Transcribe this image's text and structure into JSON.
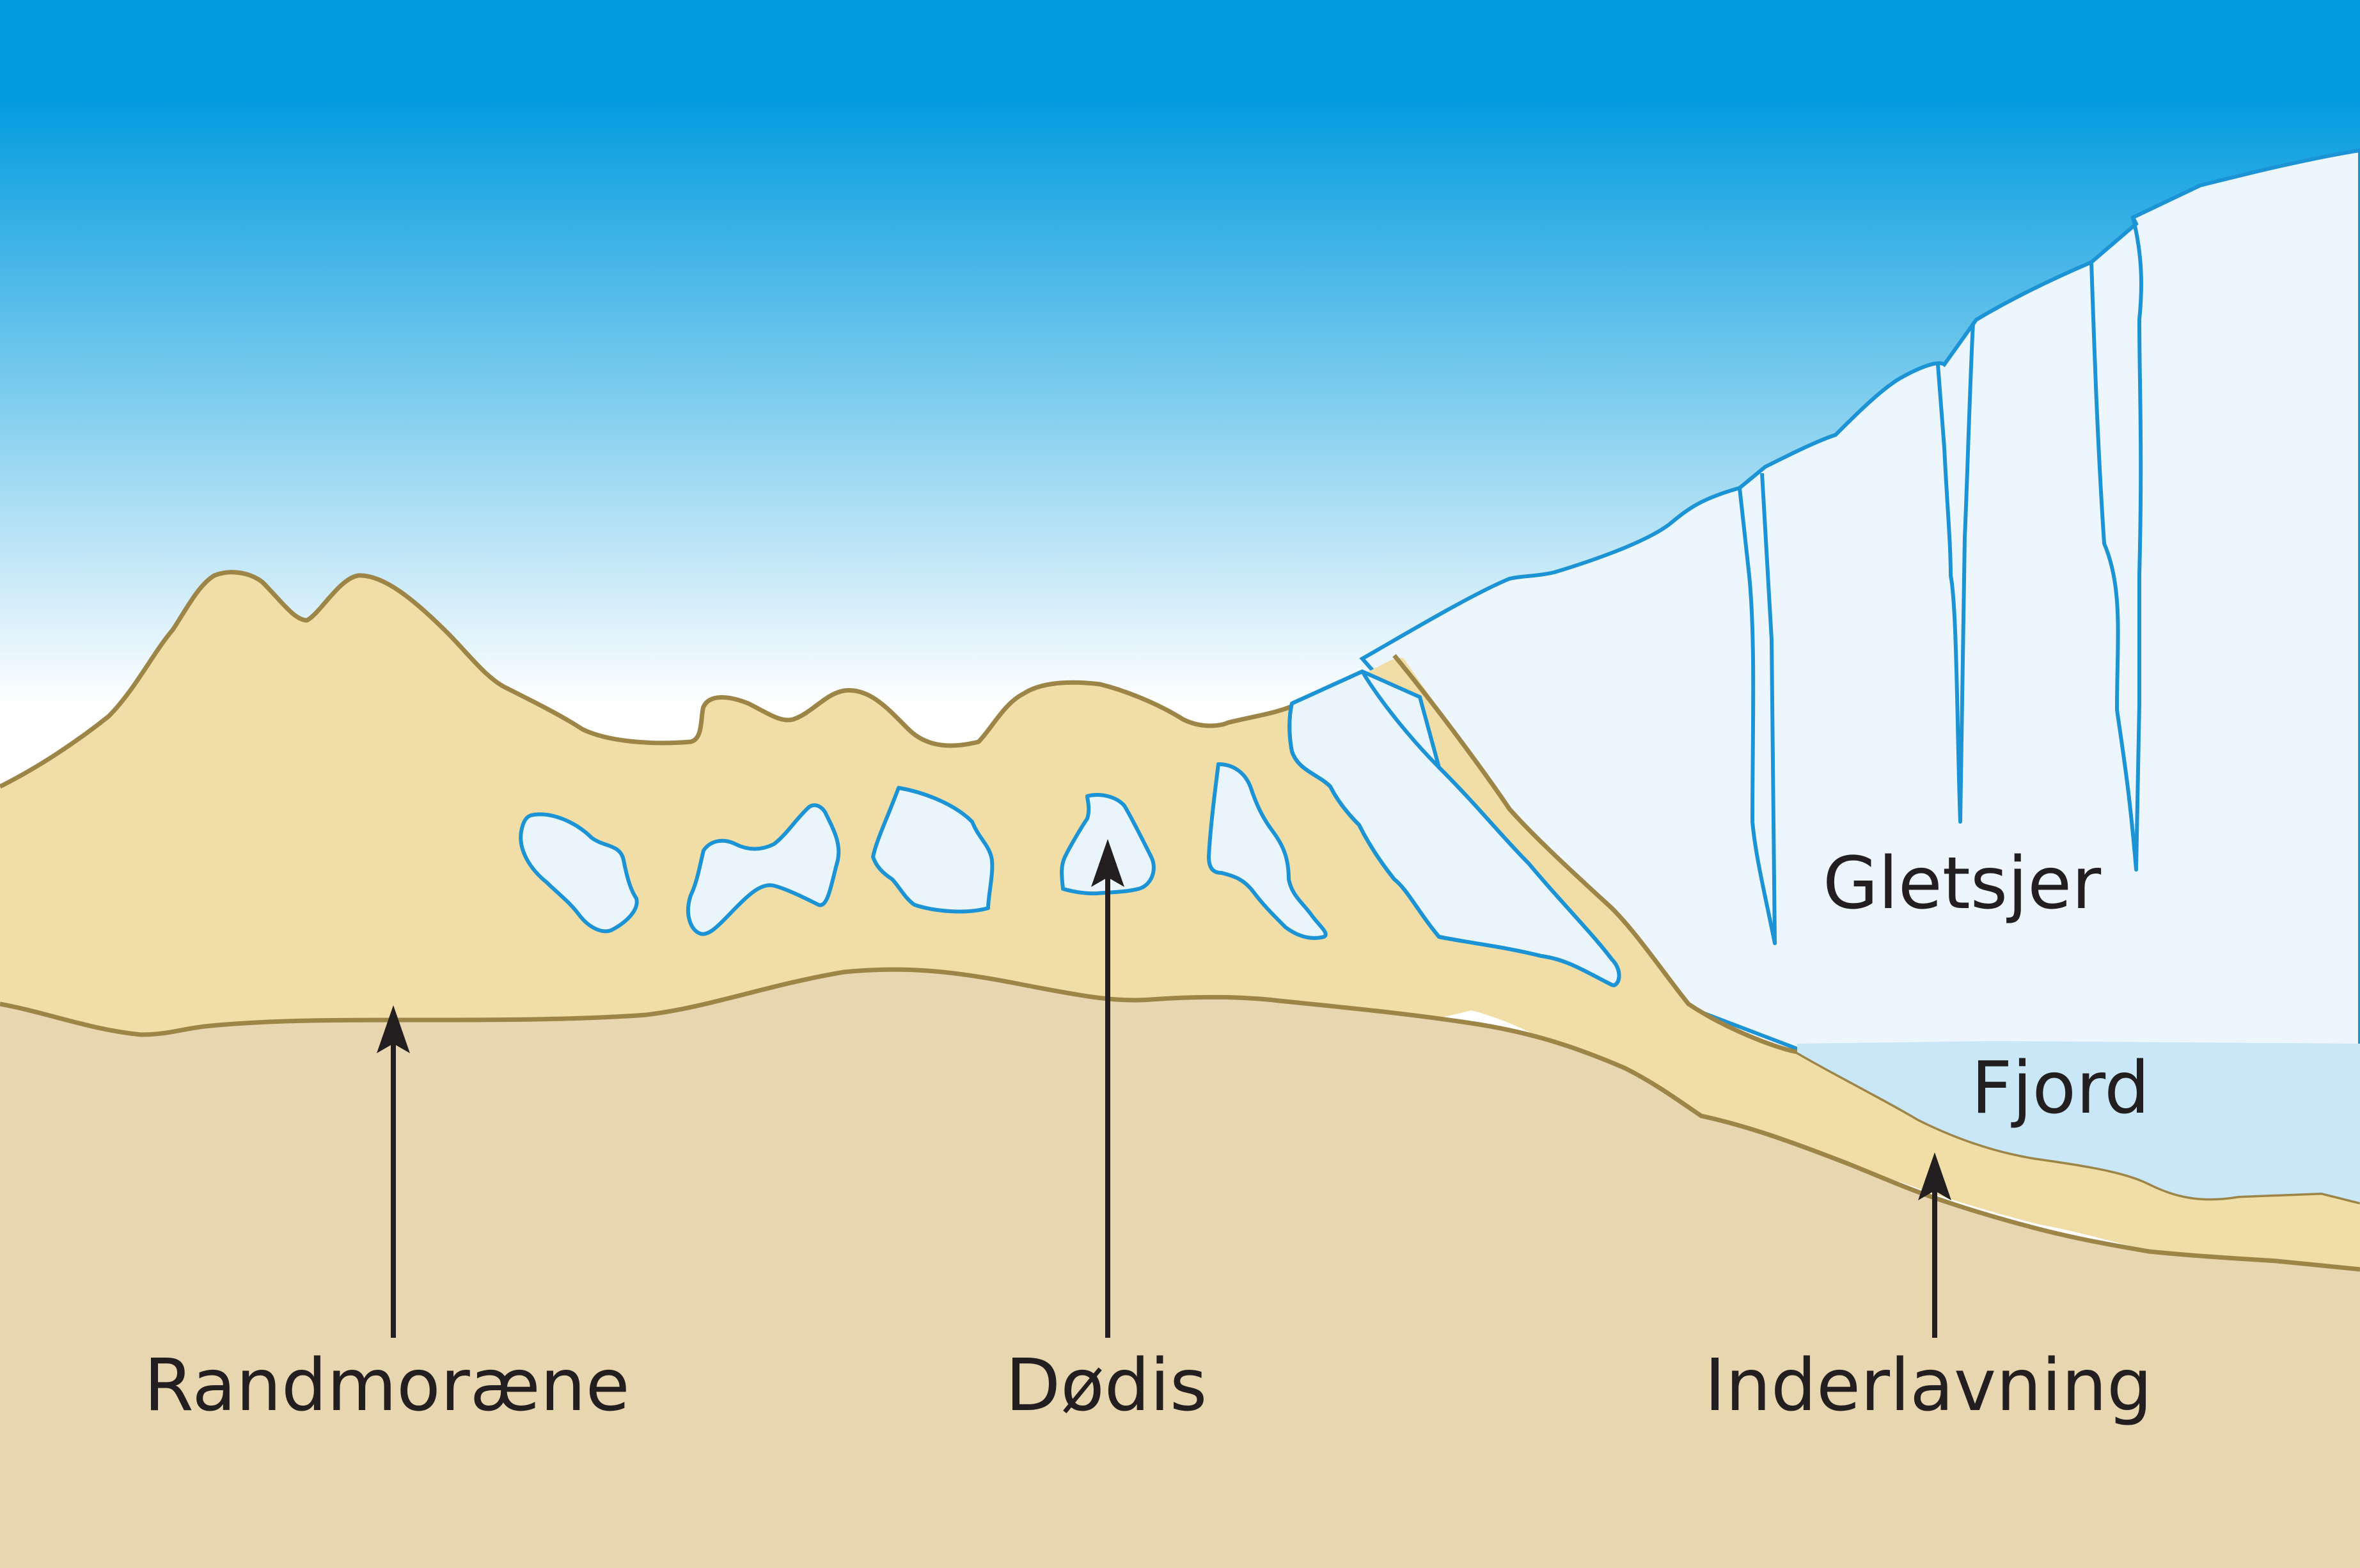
{
  "labels": {
    "gletsjer": "Gletsjer",
    "fjord": "Fjord",
    "randmoraene": "Randmoræne",
    "dodis": "Dødis",
    "inderlavning": "Inderlavning"
  },
  "colors": {
    "sky_top": "#009bde",
    "sky_bottom": "#ffffff",
    "glacier_fill": "#edf6fc",
    "glacier_outline": "#1b93d4",
    "dead_ice_fill": "#eaf5fb",
    "moraine_fill": "#f0dea6",
    "bedrock_fill": "#e8d6b1",
    "ground_line": "#9c8547",
    "fjord_water": "#c9e7f7",
    "arrow": "#231f20"
  }
}
